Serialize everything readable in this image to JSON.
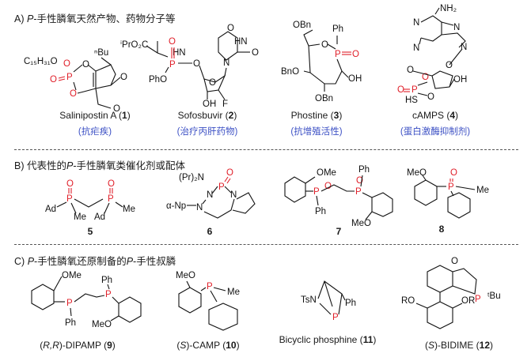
{
  "sections": [
    {
      "letter": "A)",
      "prefix": "",
      "p_letter": "P",
      "title": "-手性膦氧天然产物、药物分子等",
      "compounds": [
        {
          "name": "Salinipostin A",
          "num": "1",
          "note": "抗疟疾"
        },
        {
          "name": "Sofosbuvir",
          "num": "2",
          "note": "治疗丙肝药物"
        },
        {
          "name": "Phostine",
          "num": "3",
          "note": "抗增殖活性"
        },
        {
          "name": "cAMPS",
          "num": "4",
          "note": "蛋白激酶抑制剂"
        }
      ]
    },
    {
      "letter": "B)",
      "prefix": "代表性的",
      "p_letter": "P",
      "title": "-手性膦氧类催化剂或配体",
      "compounds": [
        {
          "num": "5"
        },
        {
          "num": "6"
        },
        {
          "num": "7"
        },
        {
          "num": "8"
        }
      ]
    },
    {
      "letter": "C)",
      "prefix": "",
      "p_letter": "P",
      "title": "-手性膦氧还原制备的",
      "p_letter2": "P",
      "title2": "-手性叔膦",
      "compounds": [
        {
          "stereo": "R,R",
          "name": "-DIPAMP",
          "num": "9"
        },
        {
          "stereo": "S",
          "name": "-CAMP",
          "num": "10"
        },
        {
          "name": "Bicyclic phosphine",
          "num": "11"
        },
        {
          "stereo": "S",
          "name": "-BIDIME",
          "num": "12"
        }
      ]
    }
  ],
  "atoms": {
    "c15": "C₁₅H₃₁O",
    "o": "O",
    "p": "P",
    "nbu": "ⁿBu",
    "ipro2c": "ⁱPrO₂C",
    "pho": "PhO",
    "hn": "HN",
    "n": "N",
    "oh": "OH",
    "f": "F",
    "obn": "OBn",
    "bno": "BnO",
    "ph": "Ph",
    "nh2": "NH₂",
    "hs": "HS",
    "ad": "Ad",
    "me": "Me",
    "pr2n": "(Pr)₂N",
    "anp": "α-Np",
    "ome": "OMe",
    "meo": "MeO",
    "tsn": "TsN",
    "ro": "RO",
    "or": "OR",
    "tbu": "ᵗBu"
  },
  "colors": {
    "phosphorus": "#e0202a",
    "note": "#3b4fc4",
    "text": "#111111"
  }
}
